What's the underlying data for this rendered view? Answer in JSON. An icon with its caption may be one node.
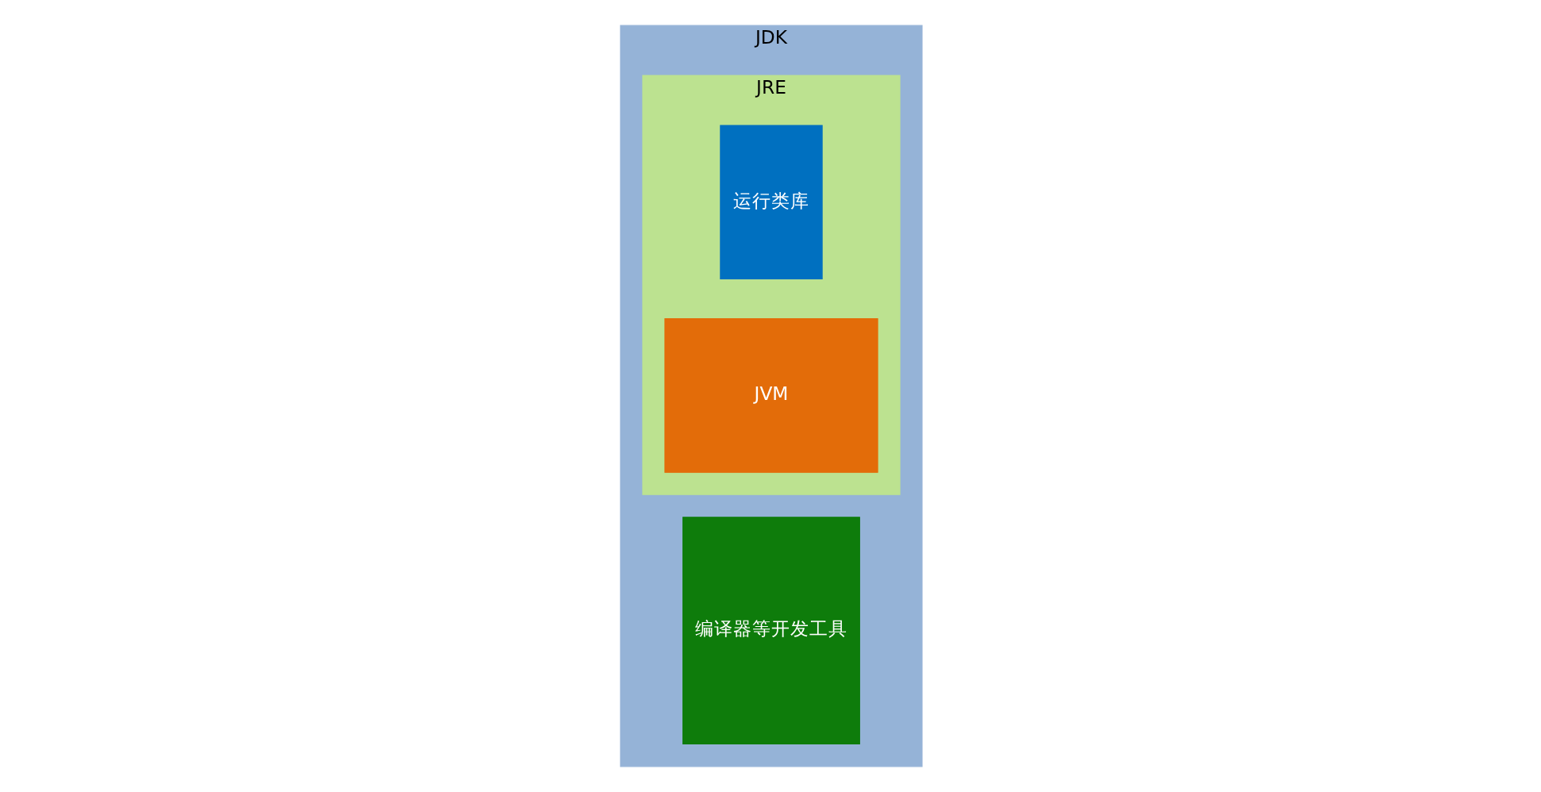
{
  "diagram": {
    "nodes": [
      {
        "text": [
          "JDK"
        ]
      },
      {
        "text": [
          "编译器等开发工具"
        ],
        "in": 0
      },
      {
        "text": [
          "JRE"
        ],
        "in": 0
      },
      {
        "text": [
          "运行类库"
        ],
        "in": 2
      },
      {
        "text": [
          "JVM"
        ],
        "in": 2
      }
    ]
  }
}
